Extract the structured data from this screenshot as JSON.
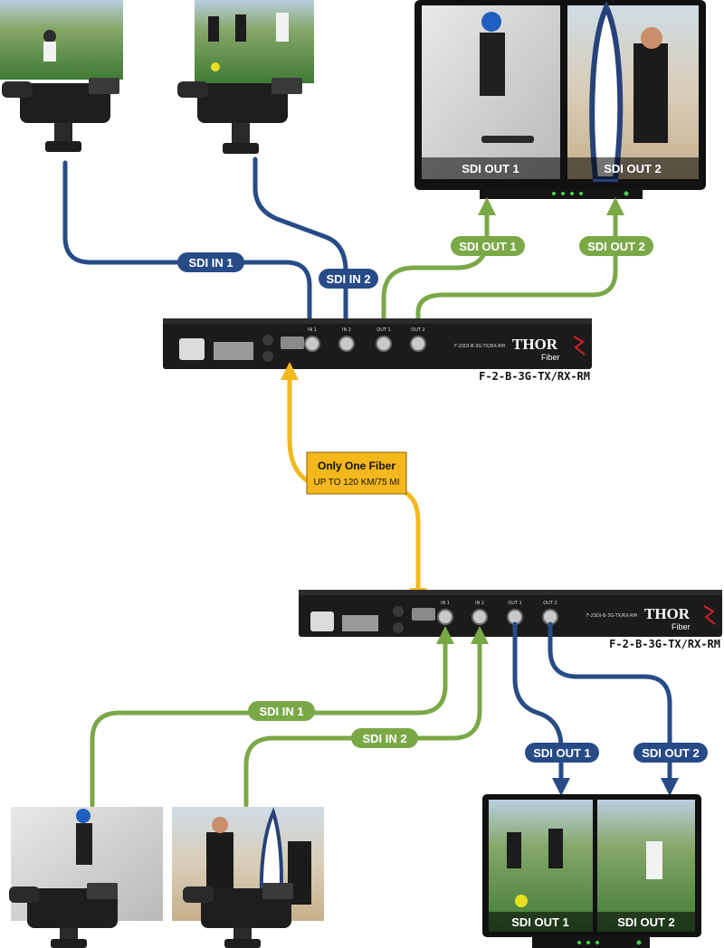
{
  "colors": {
    "sdi_blue": "#274b87",
    "sdi_green": "#7aa847",
    "fiber_yellow": "#f5b81c",
    "unit_body": "#1b1b1b",
    "brand_red": "#d4202a"
  },
  "icons": {
    "camera": "camcorder-icon",
    "monitor": "monitor-icon",
    "arrow": "arrow-head-icon"
  },
  "top_unit": {
    "model": "F-2-B-3G-TX/RX-RM",
    "panel_text": "F-2SDI-B-3G-TX/RX-RM",
    "brand": "THOR",
    "brand_sub": "Fiber",
    "port_in1": "IN 1",
    "port_in2": "IN 2",
    "port_out1": "OUT 1",
    "port_out2": "OUT 2"
  },
  "bottom_unit": {
    "model": "F-2-B-3G-TX/RX-RM",
    "panel_text": "F-2SDI-B-3G-TX/RX-RM",
    "brand": "THOR",
    "brand_sub": "Fiber",
    "port_in1": "IN 1",
    "port_in2": "IN 2",
    "port_out1": "OUT 1",
    "port_out2": "OUT 2"
  },
  "top_labels": {
    "sdi_in_1": "SDI IN 1",
    "sdi_in_2": "SDI IN 2",
    "sdi_out_1": "SDI OUT 1",
    "sdi_out_2": "SDI OUT 2"
  },
  "top_monitor": {
    "screen_1": "SDI OUT 1",
    "screen_2": "SDI OUT 2"
  },
  "fiber": {
    "title": "Only One Fiber",
    "subtitle": "UP TO 120 KM/75 MI"
  },
  "bottom_labels": {
    "sdi_in_1": "SDI IN 1",
    "sdi_in_2": "SDI IN 2",
    "sdi_out_1": "SDI OUT 1",
    "sdi_out_2": "SDI OUT 2"
  },
  "bottom_monitor": {
    "screen_1": "SDI OUT 1",
    "screen_2": "SDI OUT 2"
  }
}
